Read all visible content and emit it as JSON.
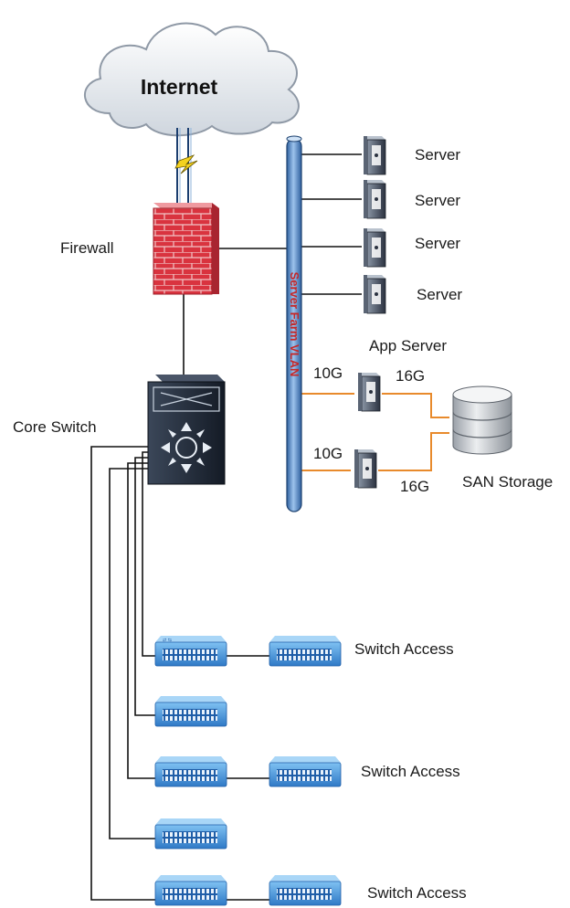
{
  "diagram": {
    "internet": {
      "label": "Internet"
    },
    "firewall": {
      "label": "Firewall"
    },
    "core_switch": {
      "label": "Core Switch"
    },
    "vlan": {
      "label": "Server Farm VLAN"
    },
    "servers": [
      {
        "label": "Server"
      },
      {
        "label": "Server"
      },
      {
        "label": "Server"
      },
      {
        "label": "Server"
      }
    ],
    "app_server": {
      "label": "App Server",
      "link_top_vlan": "10G",
      "link_top_san": "16G",
      "link_bottom_vlan": "10G",
      "link_bottom_san": "16G"
    },
    "san_storage": {
      "label": "SAN Storage"
    },
    "access_switches": [
      {
        "label": "Switch Access"
      },
      {
        "label": "Switch Access"
      },
      {
        "label": "Switch Access"
      }
    ],
    "colors": {
      "firewall_brick": "#d9333f",
      "vlan_pipe": "#4a7bb7",
      "storage_link": "#e88a2c",
      "switch_blue": "#3d8ed8",
      "core_switch": "#1f2a3a"
    }
  }
}
